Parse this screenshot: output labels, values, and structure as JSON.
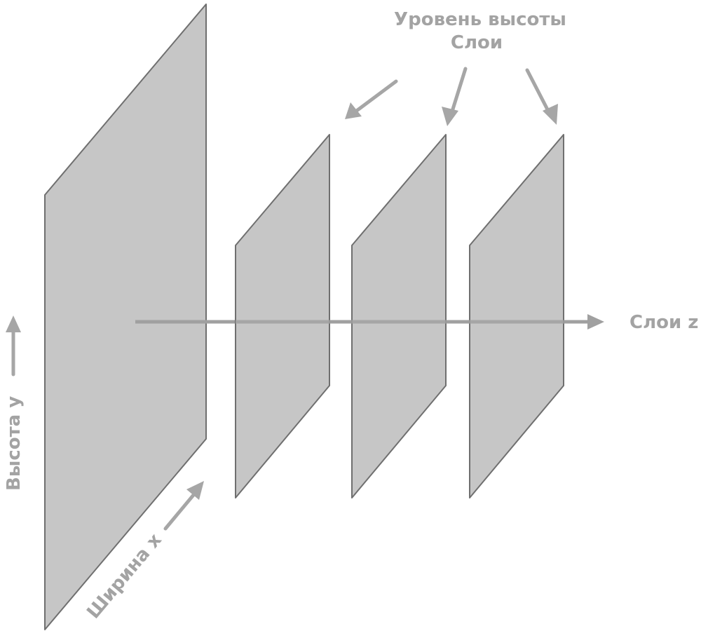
{
  "labels": {
    "height_level_line1": "Уровень высоты",
    "height_level_line2": "Слои",
    "axis_z": "Слои z",
    "axis_y": "Высота y",
    "axis_x": "Ширина x"
  },
  "colors": {
    "plane_fill": "#c6c6c6",
    "plane_stroke": "#6f6f6f",
    "arrow": "#a6a6a6",
    "text": "#a3a3a3"
  }
}
